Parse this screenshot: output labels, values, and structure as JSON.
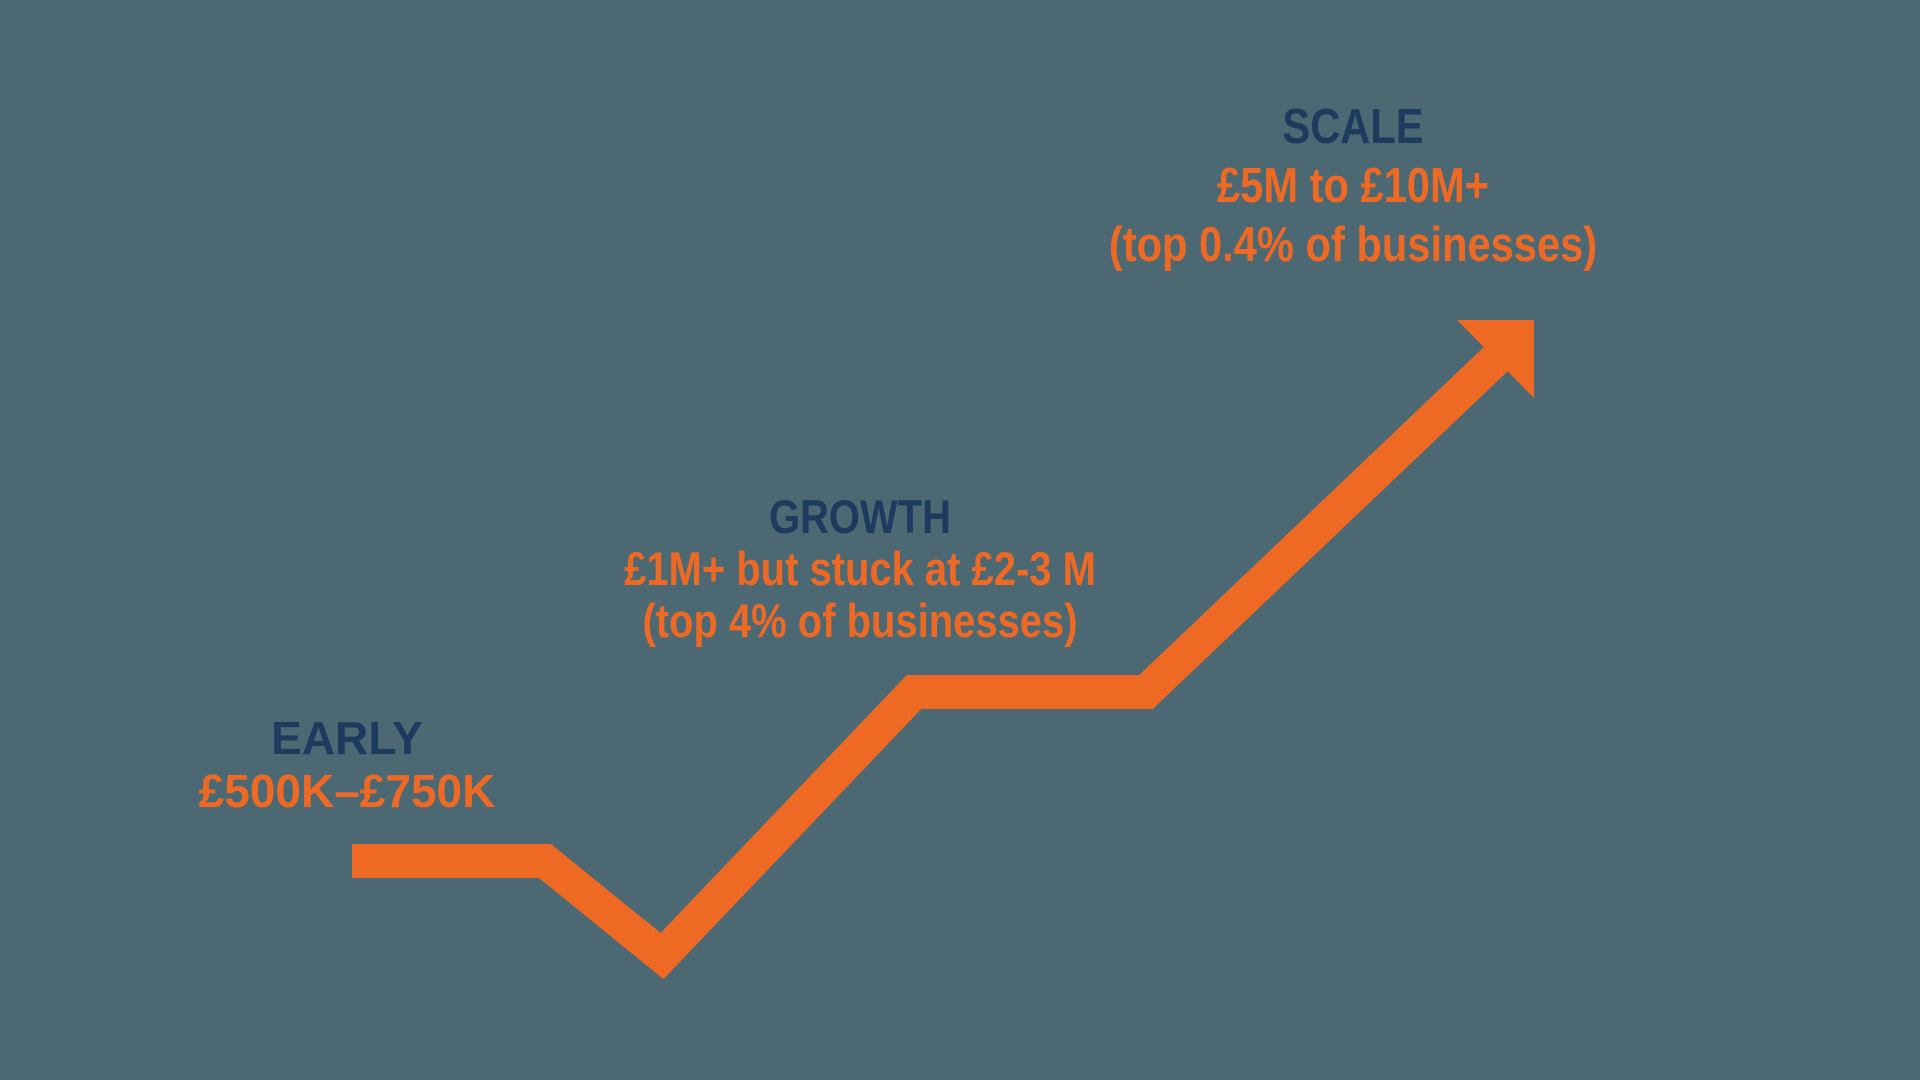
{
  "colors": {
    "background": "#4B6873",
    "orange": "#EE6A24",
    "navy": "#1D3A5F"
  },
  "stages": {
    "early": {
      "title": "EARLY",
      "range": "£500K–£750K"
    },
    "growth": {
      "title": "GROWTH",
      "range": "£1M+ but stuck at £2-3 M",
      "note": "(top 4% of businesses)"
    },
    "scale": {
      "title": "SCALE",
      "range": "£5M to £10M+",
      "note": "(top 0.4% of businesses)"
    }
  }
}
